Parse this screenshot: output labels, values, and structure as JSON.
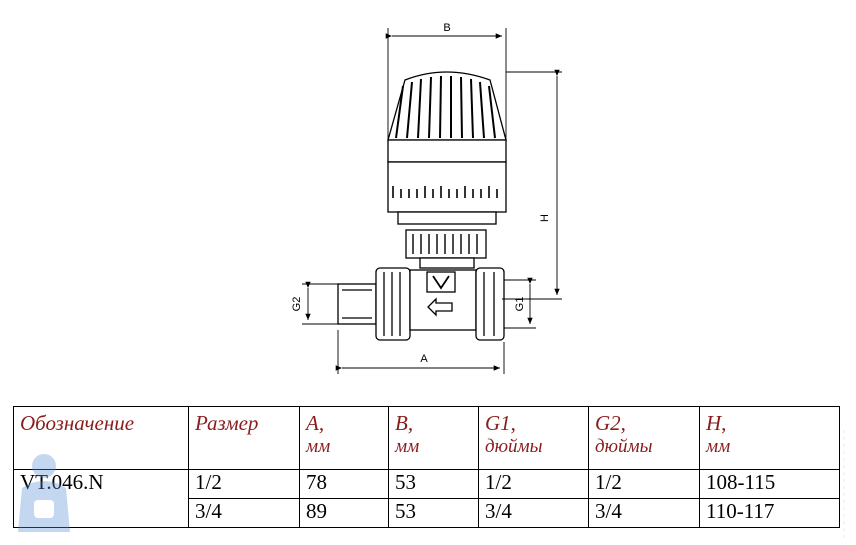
{
  "drawing": {
    "dim_labels": {
      "B": "B",
      "H": "H",
      "G1": "G1",
      "G2": "G2",
      "A": "A"
    }
  },
  "table": {
    "headers": [
      {
        "line1": "Обозначение",
        "line2": ""
      },
      {
        "line1": "Размер",
        "line2": ""
      },
      {
        "line1": "A,",
        "line2": "мм"
      },
      {
        "line1": "B,",
        "line2": "мм"
      },
      {
        "line1": "G1,",
        "line2": "дюймы"
      },
      {
        "line1": "G2,",
        "line2": "дюймы"
      },
      {
        "line1": "H,",
        "line2": "мм"
      }
    ],
    "model": "VT.046.N",
    "rows": [
      [
        "1/2",
        "78",
        "53",
        "1/2",
        "1/2",
        "108-115"
      ],
      [
        "3/4",
        "89",
        "53",
        "3/4",
        "3/4",
        "110-117"
      ]
    ]
  },
  "colors": {
    "header_text": "#8b1c1c",
    "body_text": "#000000",
    "line": "#000000",
    "watermark": "#5a8fd6"
  }
}
